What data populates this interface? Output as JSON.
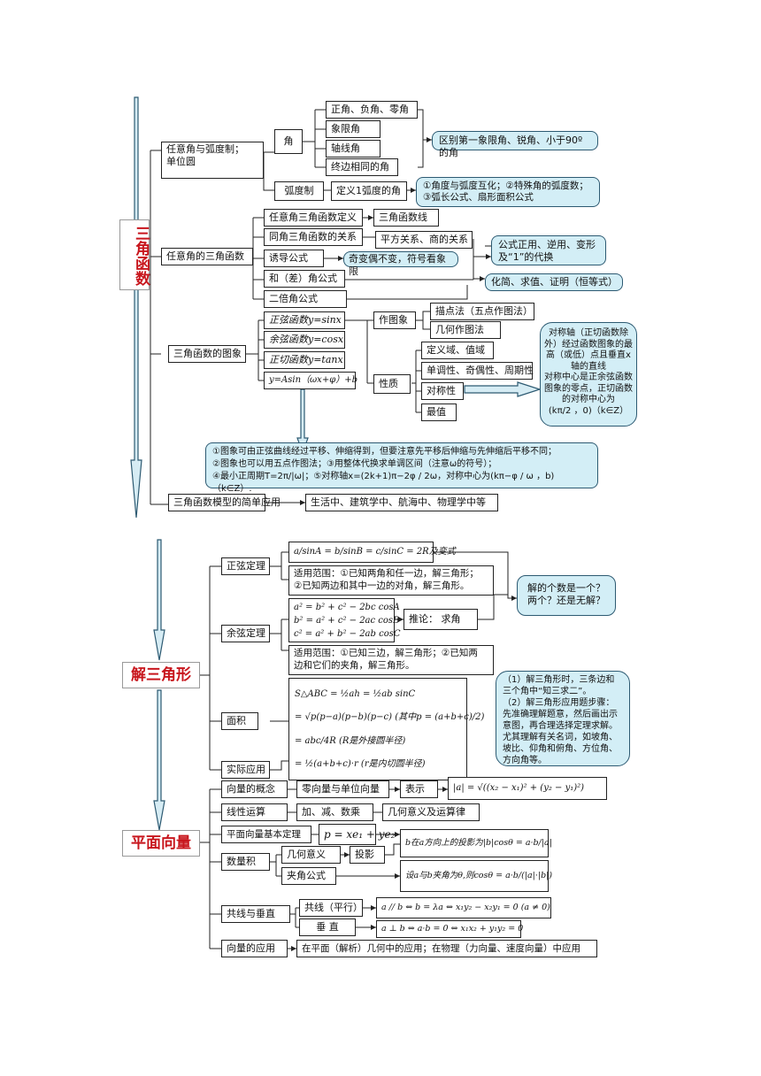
{
  "sec1": {
    "title": "三角函数",
    "c1": "任意角与弧度制；\n单位圆",
    "c1_jiao": "角",
    "c1_items": [
      "正角、负角、零角",
      "象限角",
      "轴线角",
      "终边相同的角"
    ],
    "c1_note": "区别第一象限角、锐角、小于90º的角",
    "c1_hudu": "弧度制",
    "c1_hudu_def": "定义1弧度的角",
    "c1_hudu_note": "①角度与弧度互化；②特殊角的弧度数；\n③弧长公式、扇形面积公式",
    "c2": "任意角的三角函数",
    "c2_items": [
      "任意角三角函数定义",
      "同角三角函数的关系",
      "诱导公式",
      "和（差）角公式",
      "二倍角公式"
    ],
    "c2_line": "三角函数线",
    "c2_rel": "平方关系、商的关系",
    "c2_induce": "奇变偶不变，符号看象限",
    "c2_note1": "公式正用、逆用、变形\n及“1”的代换",
    "c2_note2": "化简、求值、证明（恒等式）",
    "c3": "三角函数的图象",
    "c3_items": [
      "正弦函数y=sinx",
      "余弦函数y=cosx",
      "正切函数y=tanx",
      "y=Asin（ωx+φ）+b"
    ],
    "c3_draw": "作图象",
    "c3_draw_items": [
      "描点法（五点作图法）",
      "几何作图法"
    ],
    "c3_prop": "性质",
    "c3_prop_items": [
      "定义域、值域",
      "单调性、奇偶性、周期性",
      "对称性",
      "最值"
    ],
    "c3_sym_note": "对称轴（正切函数除外）经过函数图象的最高（或低）点且垂直x轴的直线\n对称中心是正余弦函数图象的零点，正切函数的对称中心为\n(kπ/2 ，0)（k∈Z）",
    "c3_big_note": "①图象可由正弦曲线经过平移、伸缩得到，但要注意先平移后伸缩与先伸缩后平移不同；\n②图象也可以用五点作图法；③用整体代换求单调区间（注意ω的符号）；\n④最小正周期T=2π/|ω|；⑤对称轴x=(2k+1)π−2φ / 2ω，对称中心为(kπ−φ / ω ，b)（k∈Z）.",
    "c4": "三角函数模型的简单应用",
    "c4_note": "生活中、建筑学中、航海中、物理学中等"
  },
  "sec2": {
    "title": "解三角形",
    "s1": "正弦定理",
    "s1_formula": "a/sinA = b/sinB = c/sinC = 2R及变式",
    "s1_scope": "适用范围：①已知两角和任一边，解三角形；\n②已知两边和其中一边的对角，解三角形。",
    "s1_q": "解的个数是一个？\n两个？还是无解？",
    "s2": "余弦定理",
    "s2_formulas": [
      "a² = b² + c² − 2bc cosA",
      "b² = a² + c² − 2ac cosB",
      "c² = a² + b² − 2ab cosC"
    ],
    "s2_infer": "推论： 求角",
    "s2_scope": "适用范围：①已知三边，解三角形；②已知两\n边和它们的夹角，解三角形。",
    "s3": "面积",
    "s3_formulas": [
      "S△ABC = ½ah = ½ab sinC",
      "= √p(p−a)(p−b)(p−c) (其中p = (a+b+c)/2)",
      "= abc/4R (R是外接圆半径)",
      "= ½(a+b+c)·r (r是内切圆半径)"
    ],
    "s4": "实际应用",
    "s_tip": "（1）解三角形时，三条边和三个角中“知三求二”。\n（2）解三角形应用题步骤：先准确理解题意，然后画出示意图，再合理选择定理求解。尤其理解有关名词，如坡角、坡比、仰角和俯角、方位角、方向角等。"
  },
  "sec3": {
    "title": "平面向量",
    "r1": "向量的概念",
    "r1_a": "零向量与单位向量",
    "r1_b": "表示",
    "r1_formula": "|a| = √((x₂ − x₁)² + (y₂ − y₁)²)",
    "r2": "线性运算",
    "r2_a": "加、减、数乘",
    "r2_b": "几何意义及运算律",
    "r3": "平面向量基本定理",
    "r3_formula": "p = xe₁ + ye₂",
    "r3_proj": "b在a方向上的投影为|b|cosθ = a·b/|a|",
    "r4": "数量积",
    "r4_a": "几何意义",
    "r4_b": "投影",
    "r4_c": "夹角公式",
    "r4_angle": "设a与b夹角为θ,则cosθ = a·b/(|a|·|b|)",
    "r5": "共线与垂直",
    "r5_a": "共线（平行）",
    "r5_b": "垂 直",
    "r5_par": "a // b ⇔ b = λa ⇔ x₁y₂ − x₂y₁ = 0 (a ≠ 0)",
    "r5_perp": "a ⊥ b ⇔ a·b = 0 ⇔ x₁x₂ + y₁y₂ = 0",
    "r6": "向量的应用",
    "r6_note": "在平面（解析）几何中的应用；在物理（力向量、速度向量）中应用"
  },
  "colors": {
    "accent_red": "#c8161d",
    "callout_fill": "#d3eef6",
    "callout_border": "#2d5a72",
    "arrow_fill": "#cde6f0"
  }
}
